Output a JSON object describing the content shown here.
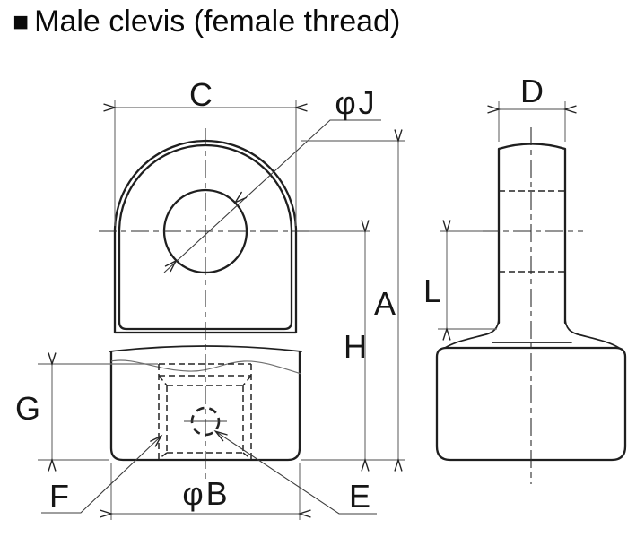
{
  "title": {
    "bullet": "■",
    "text": "Male clevis (female thread)"
  },
  "colors": {
    "background": "#ffffff",
    "object_line": "#1f1f1f",
    "dimension_line": "#6f6f6f",
    "text": "#161616"
  },
  "dimension_labels": {
    "c": "C",
    "j": "φJ",
    "d": "D",
    "a": "A",
    "h": "H",
    "l": "L",
    "g": "G",
    "f": "F",
    "b": "φB",
    "e": "E"
  }
}
